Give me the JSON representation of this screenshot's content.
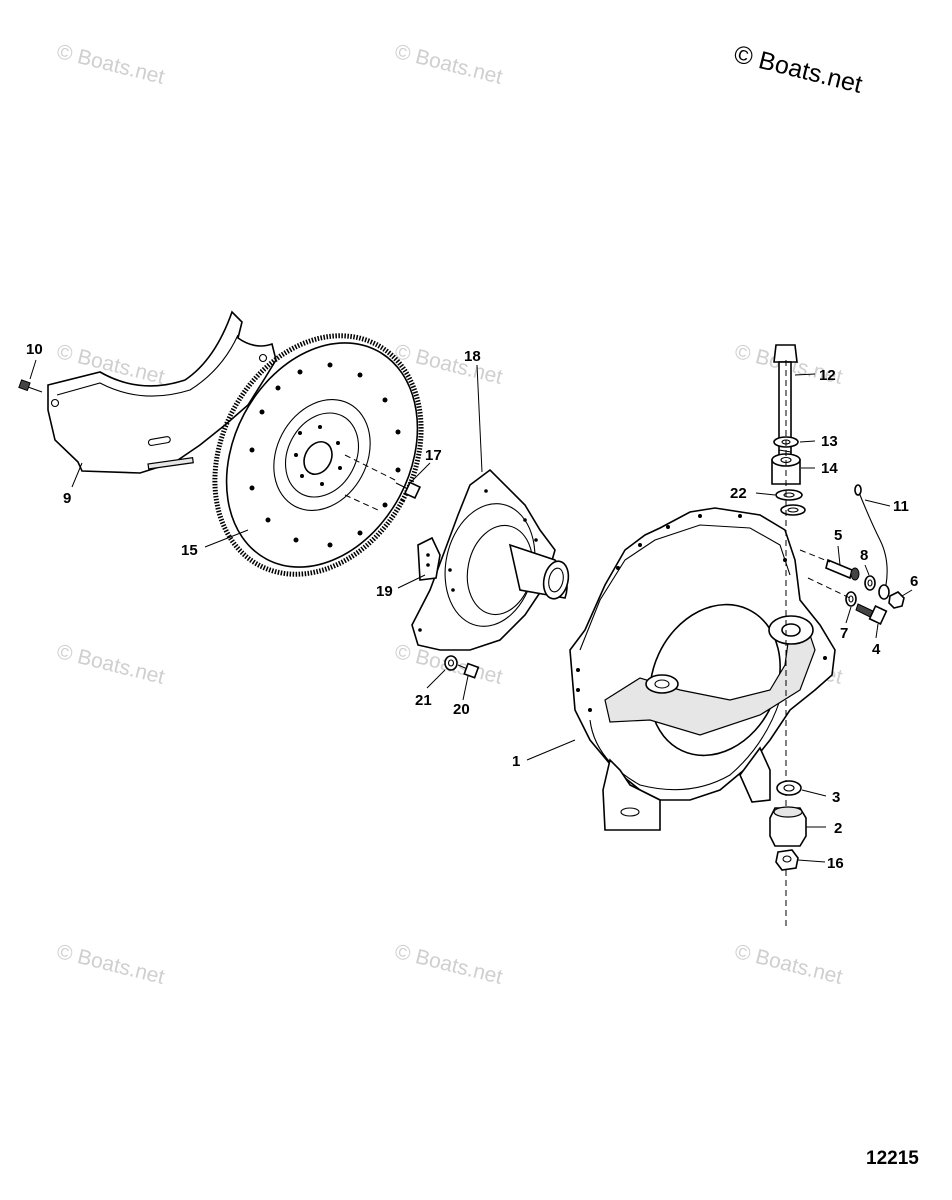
{
  "copyright": "© Boats.net",
  "watermark": "© Boats.net",
  "diagram_id": "12215",
  "callouts": {
    "c1": "1",
    "c2": "2",
    "c3": "3",
    "c4": "4",
    "c5": "5",
    "c6": "6",
    "c7": "7",
    "c8": "8",
    "c9": "9",
    "c10": "10",
    "c11": "11",
    "c12": "12",
    "c13": "13",
    "c14": "14",
    "c15": "15",
    "c16": "16",
    "c17": "17",
    "c18": "18",
    "c19": "19",
    "c20": "20",
    "c21": "21",
    "c22": "22"
  }
}
